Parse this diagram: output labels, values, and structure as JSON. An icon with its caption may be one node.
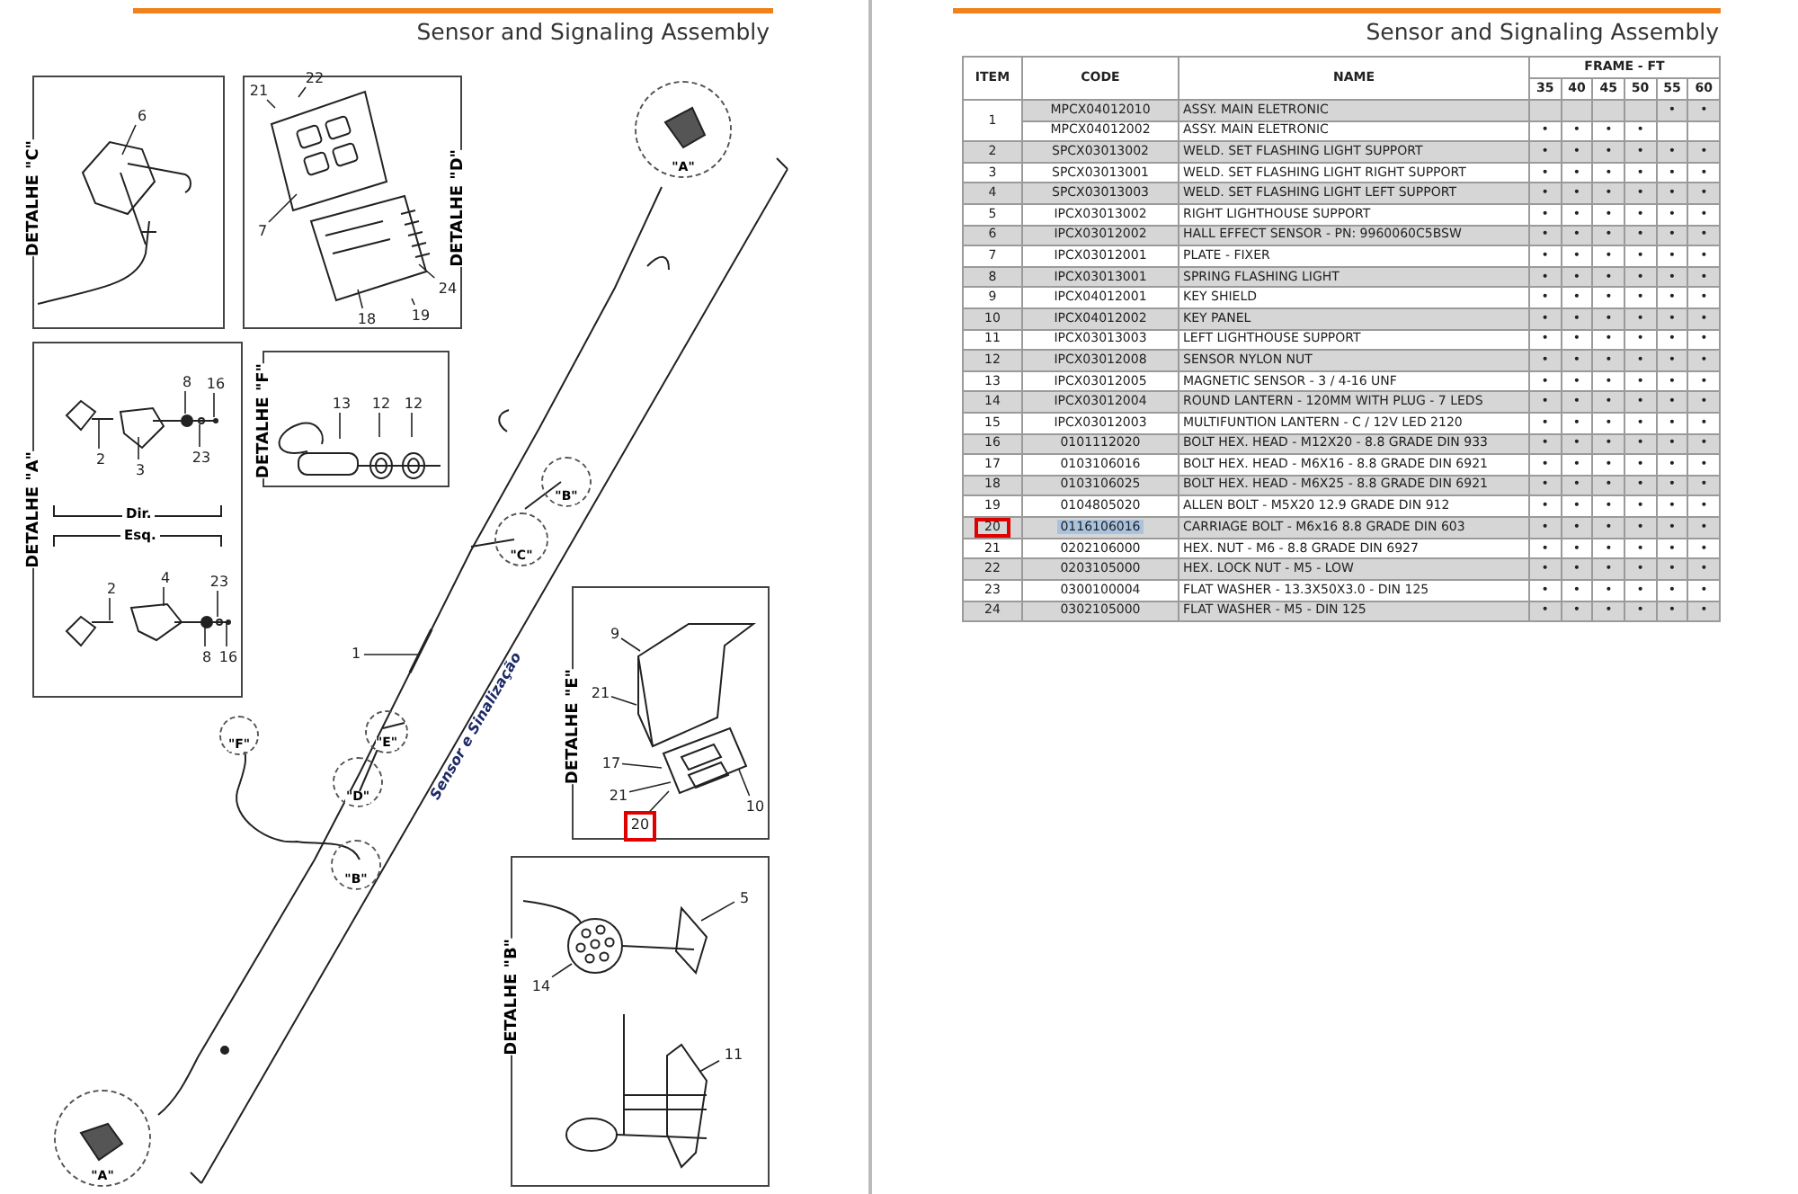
{
  "diagram": {
    "nodes": [
      {
        "text": [
          "DETALHE \"C\""
        ]
      },
      {
        "text": [
          "6"
        ],
        "in": 0
      },
      {
        "text": [
          "DETALHE \"D\""
        ]
      },
      {
        "text": [
          "21"
        ],
        "in": 2
      },
      {
        "text": [
          "22"
        ],
        "in": 2
      },
      {
        "text": [
          "7"
        ],
        "in": 2
      },
      {
        "text": [
          "18"
        ],
        "in": 2
      },
      {
        "text": [
          "24"
        ],
        "in": 2
      },
      {
        "text": [
          "19"
        ],
        "in": 2
      },
      {
        "text": [
          "DETALHE \"A\""
        ]
      },
      {
        "text": [
          "2"
        ],
        "in": 9
      },
      {
        "text": [
          "3"
        ],
        "in": 9
      },
      {
        "text": [
          "8"
        ],
        "in": 9
      },
      {
        "text": [
          "23"
        ],
        "in": 9
      },
      {
        "text": [
          "16"
        ],
        "in": 9
      },
      {
        "text": [
          "2"
        ],
        "in": 9
      },
      {
        "text": [
          "4"
        ],
        "in": 9
      },
      {
        "text": [
          "23"
        ],
        "in": 9
      },
      {
        "text": [
          "8"
        ],
        "in": 9
      },
      {
        "text": [
          "16"
        ],
        "in": 9
      },
      {
        "text": [
          "DETALHE \"F\""
        ]
      },
      {
        "text": [
          "13"
        ],
        "in": 20
      },
      {
        "text": [
          "12"
        ],
        "in": 20
      },
      {
        "text": [
          "12"
        ],
        "in": 20
      },
      {
        "text": [
          "DETALHE \"E\""
        ]
      },
      {
        "text": [
          "9"
        ],
        "in": 24
      },
      {
        "text": [
          "21"
        ],
        "in": 24
      },
      {
        "text": [
          "17"
        ],
        "in": 24
      },
      {
        "text": [
          "21"
        ],
        "in": 24
      },
      {
        "text": [
          "10"
        ],
        "in": 24
      },
      {
        "text": [
          "20"
        ],
        "in": 24
      },
      {
        "text": [
          "DETALHE \"B\""
        ]
      },
      {
        "text": [
          "5"
        ],
        "in": 31
      },
      {
        "text": [
          "14"
        ],
        "in": 31
      },
      {
        "text": [
          "11"
        ],
        "in": 31
      },
      {
        "text": [
          "1"
        ]
      },
      {
        "text": [
          "\"A\""
        ]
      },
      {
        "text": [
          "\"B\""
        ]
      },
      {
        "text": [
          "\"C\""
        ]
      },
      {
        "text": [
          "\"E\""
        ]
      },
      {
        "text": [
          "\"F\""
        ]
      },
      {
        "text": [
          "\"D\""
        ]
      },
      {
        "text": [
          "\"B\""
        ]
      },
      {
        "text": [
          "\"A\""
        ]
      },
      {
        "text": [],
        "shape": "picture",
        "in": 0
      },
      {
        "text": [],
        "shape": "picture",
        "in": 2
      },
      {
        "text": [],
        "shape": "picture",
        "in": 9
      },
      {
        "text": [],
        "shape": "picture",
        "in": 9
      },
      {
        "text": [],
        "shape": "picture",
        "in": 20
      },
      {
        "text": [],
        "shape": "picture",
        "in": 24
      },
      {
        "text": [],
        "shape": "picture",
        "in": 31
      },
      {
        "text": [],
        "shape": "picture",
        "in": 31
      },
      {
        "text": [],
        "shape": "picture"
      }
    ],
    "edges": [
      {
        "from": 1,
        "to": 44,
        "arrow": "none"
      },
      {
        "from": 3,
        "to": 45,
        "arrow": "none"
      },
      {
        "from": 4,
        "to": 45,
        "arrow": "none"
      },
      {
        "from": 5,
        "to": 45,
        "arrow": "none"
      },
      {
        "from": 6,
        "to": 45,
        "arrow": "none"
      },
      {
        "from": 7,
        "to": 45,
        "arrow": "none"
      },
      {
        "from": 8,
        "to": 45,
        "arrow": "none"
      },
      {
        "from": 10,
        "to": 46,
        "arrow": "none"
      },
      {
        "from": 11,
        "to": 46,
        "arrow": "none"
      },
      {
        "from": 12,
        "to": 46,
        "arrow": "none"
      },
      {
        "from": 13,
        "to": 46,
        "arrow": "none"
      },
      {
        "from": 14,
        "to": 46,
        "arrow": "none"
      },
      {
        "from": 15,
        "to": 47,
        "arrow": "none"
      },
      {
        "from": 16,
        "to": 47,
        "arrow": "none"
      },
      {
        "from": 17,
        "to": 47,
        "arrow": "none"
      },
      {
        "from": 18,
        "to": 47,
        "arrow": "none"
      },
      {
        "from": 19,
        "to": 47,
        "arrow": "none"
      },
      {
        "from": 21,
        "to": 48,
        "arrow": "none"
      },
      {
        "from": 22,
        "to": 48,
        "arrow": "none"
      },
      {
        "from": 23,
        "to": 48,
        "arrow": "none"
      },
      {
        "from": 25,
        "to": 49,
        "arrow": "none"
      },
      {
        "from": 26,
        "to": 49,
        "arrow": "none"
      },
      {
        "from": 27,
        "to": 49,
        "arrow": "none"
      },
      {
        "from": 28,
        "to": 49,
        "arrow": "none"
      },
      {
        "from": 29,
        "to": 49,
        "arrow": "none"
      },
      {
        "from": 30,
        "to": 49,
        "arrow": "none"
      },
      {
        "from": 32,
        "to": 50,
        "arrow": "none"
      },
      {
        "from": 33,
        "to": 50,
        "arrow": "none"
      },
      {
        "from": 34,
        "to": 51,
        "arrow": "none"
      },
      {
        "from": 35,
        "to": 52,
        "arrow": "none"
      }
    ],
    "labels": [
      "Sensor and Signaling Assembly",
      "Sensor and Signaling Assembly",
      "Dir.",
      "Esq.",
      "Sensor e Sinalização",
      "ITEM",
      "CODE",
      "NAME",
      "FRAME - FT",
      "35",
      "40",
      "45",
      "50",
      "55",
      "60",
      "1",
      "MPCX04012010",
      "ASSY. MAIN ELETRONIC",
      "•",
      "•",
      "MPCX04012002",
      "ASSY. MAIN ELETRONIC",
      "•",
      "•",
      "•",
      "•",
      "2",
      "SPCX03013002",
      "WELD. SET FLASHING LIGHT SUPPORT",
      "•",
      "•",
      "•",
      "•",
      "•",
      "•",
      "3",
      "SPCX03013001",
      "WELD. SET FLASHING LIGHT RIGHT SUPPORT",
      "•",
      "•",
      "•",
      "•",
      "•",
      "•",
      "4",
      "SPCX03013003",
      "WELD. SET FLASHING LIGHT LEFT SUPPORT",
      "•",
      "•",
      "•",
      "•",
      "•",
      "•",
      "5",
      "IPCX03013002",
      "RIGHT LIGHTHOUSE SUPPORT",
      "•",
      "•",
      "•",
      "•",
      "•",
      "•",
      "6",
      "IPCX03012002",
      "HALL EFFECT SENSOR - PN: 9960060C5BSW",
      "•",
      "•",
      "•",
      "•",
      "•",
      "•",
      "7",
      "IPCX03012001",
      "PLATE - FIXER",
      "•",
      "•",
      "•",
      "•",
      "•",
      "•",
      "8",
      "IPCX03013001",
      "SPRING FLASHING LIGHT",
      "•",
      "•",
      "•",
      "•",
      "•",
      "•",
      "9",
      "IPCX04012001",
      "KEY SHIELD",
      "•",
      "•",
      "•",
      "•",
      "•",
      "•",
      "10",
      "IPCX04012002",
      "KEY PANEL",
      "•",
      "•",
      "•",
      "•",
      "•",
      "•",
      "11",
      "IPCX03013003",
      "LEFT LIGHTHOUSE SUPPORT",
      "•",
      "•",
      "•",
      "•",
      "•",
      "•",
      "12",
      "IPCX03012008",
      "SENSOR NYLON NUT",
      "•",
      "•",
      "•",
      "•",
      "•",
      "•",
      "13",
      "IPCX03012005",
      "MAGNETIC SENSOR - 3 / 4-16 UNF",
      "•",
      "•",
      "•",
      "•",
      "•",
      "•",
      "14",
      "IPCX03012004",
      "ROUND LANTERN - 120MM WITH PLUG - 7 LEDS",
      "•",
      "•",
      "•",
      "•",
      "•",
      "•",
      "15",
      "IPCX03012003",
      "MULTIFUNTION LANTERN - C / 12V LED 2120",
      "•",
      "•",
      "•",
      "•",
      "•",
      "•",
      "16",
      "0101112020",
      "BOLT HEX. HEAD - M12X20 - 8.8 GRADE DIN 933",
      "•",
      "•",
      "•",
      "•",
      "•",
      "•",
      "17",
      "0103106016",
      "BOLT HEX. HEAD - M6X16 - 8.8 GRADE DIN 6921",
      "•",
      "•",
      "•",
      "•",
      "•",
      "•",
      "18",
      "0103106025",
      "BOLT HEX. HEAD - M6X25 - 8.8 GRADE DIN 6921",
      "•",
      "•",
      "•",
      "•",
      "•",
      "•",
      "19",
      "0104805020",
      "ALLEN BOLT - M5X20 12.9 GRADE DIN 912",
      "•",
      "•",
      "•",
      "•",
      "•",
      "•",
      "20",
      "0116106016",
      "CARRIAGE BOLT - M6x16 8.8 GRADE DIN 603",
      "•",
      "•",
      "•",
      "•",
      "•",
      "•",
      "21",
      "0202106000",
      "HEX. NUT - M6 - 8.8 GRADE DIN 6927",
      "•",
      "•",
      "•",
      "•",
      "•",
      "•",
      "22",
      "0203105000",
      "HEX. LOCK NUT - M5 - LOW",
      "•",
      "•",
      "•",
      "•",
      "•",
      "•",
      "23",
      "0300100004",
      "FLAT WASHER - 13.3X50X3.0 - DIN 125",
      "•",
      "•",
      "•",
      "•",
      "•",
      "•",
      "24",
      "0302105000",
      "FLAT WASHER - M5 - DIN 125",
      "•",
      "•",
      "•",
      "•",
      "•",
      "•"
    ]
  }
}
